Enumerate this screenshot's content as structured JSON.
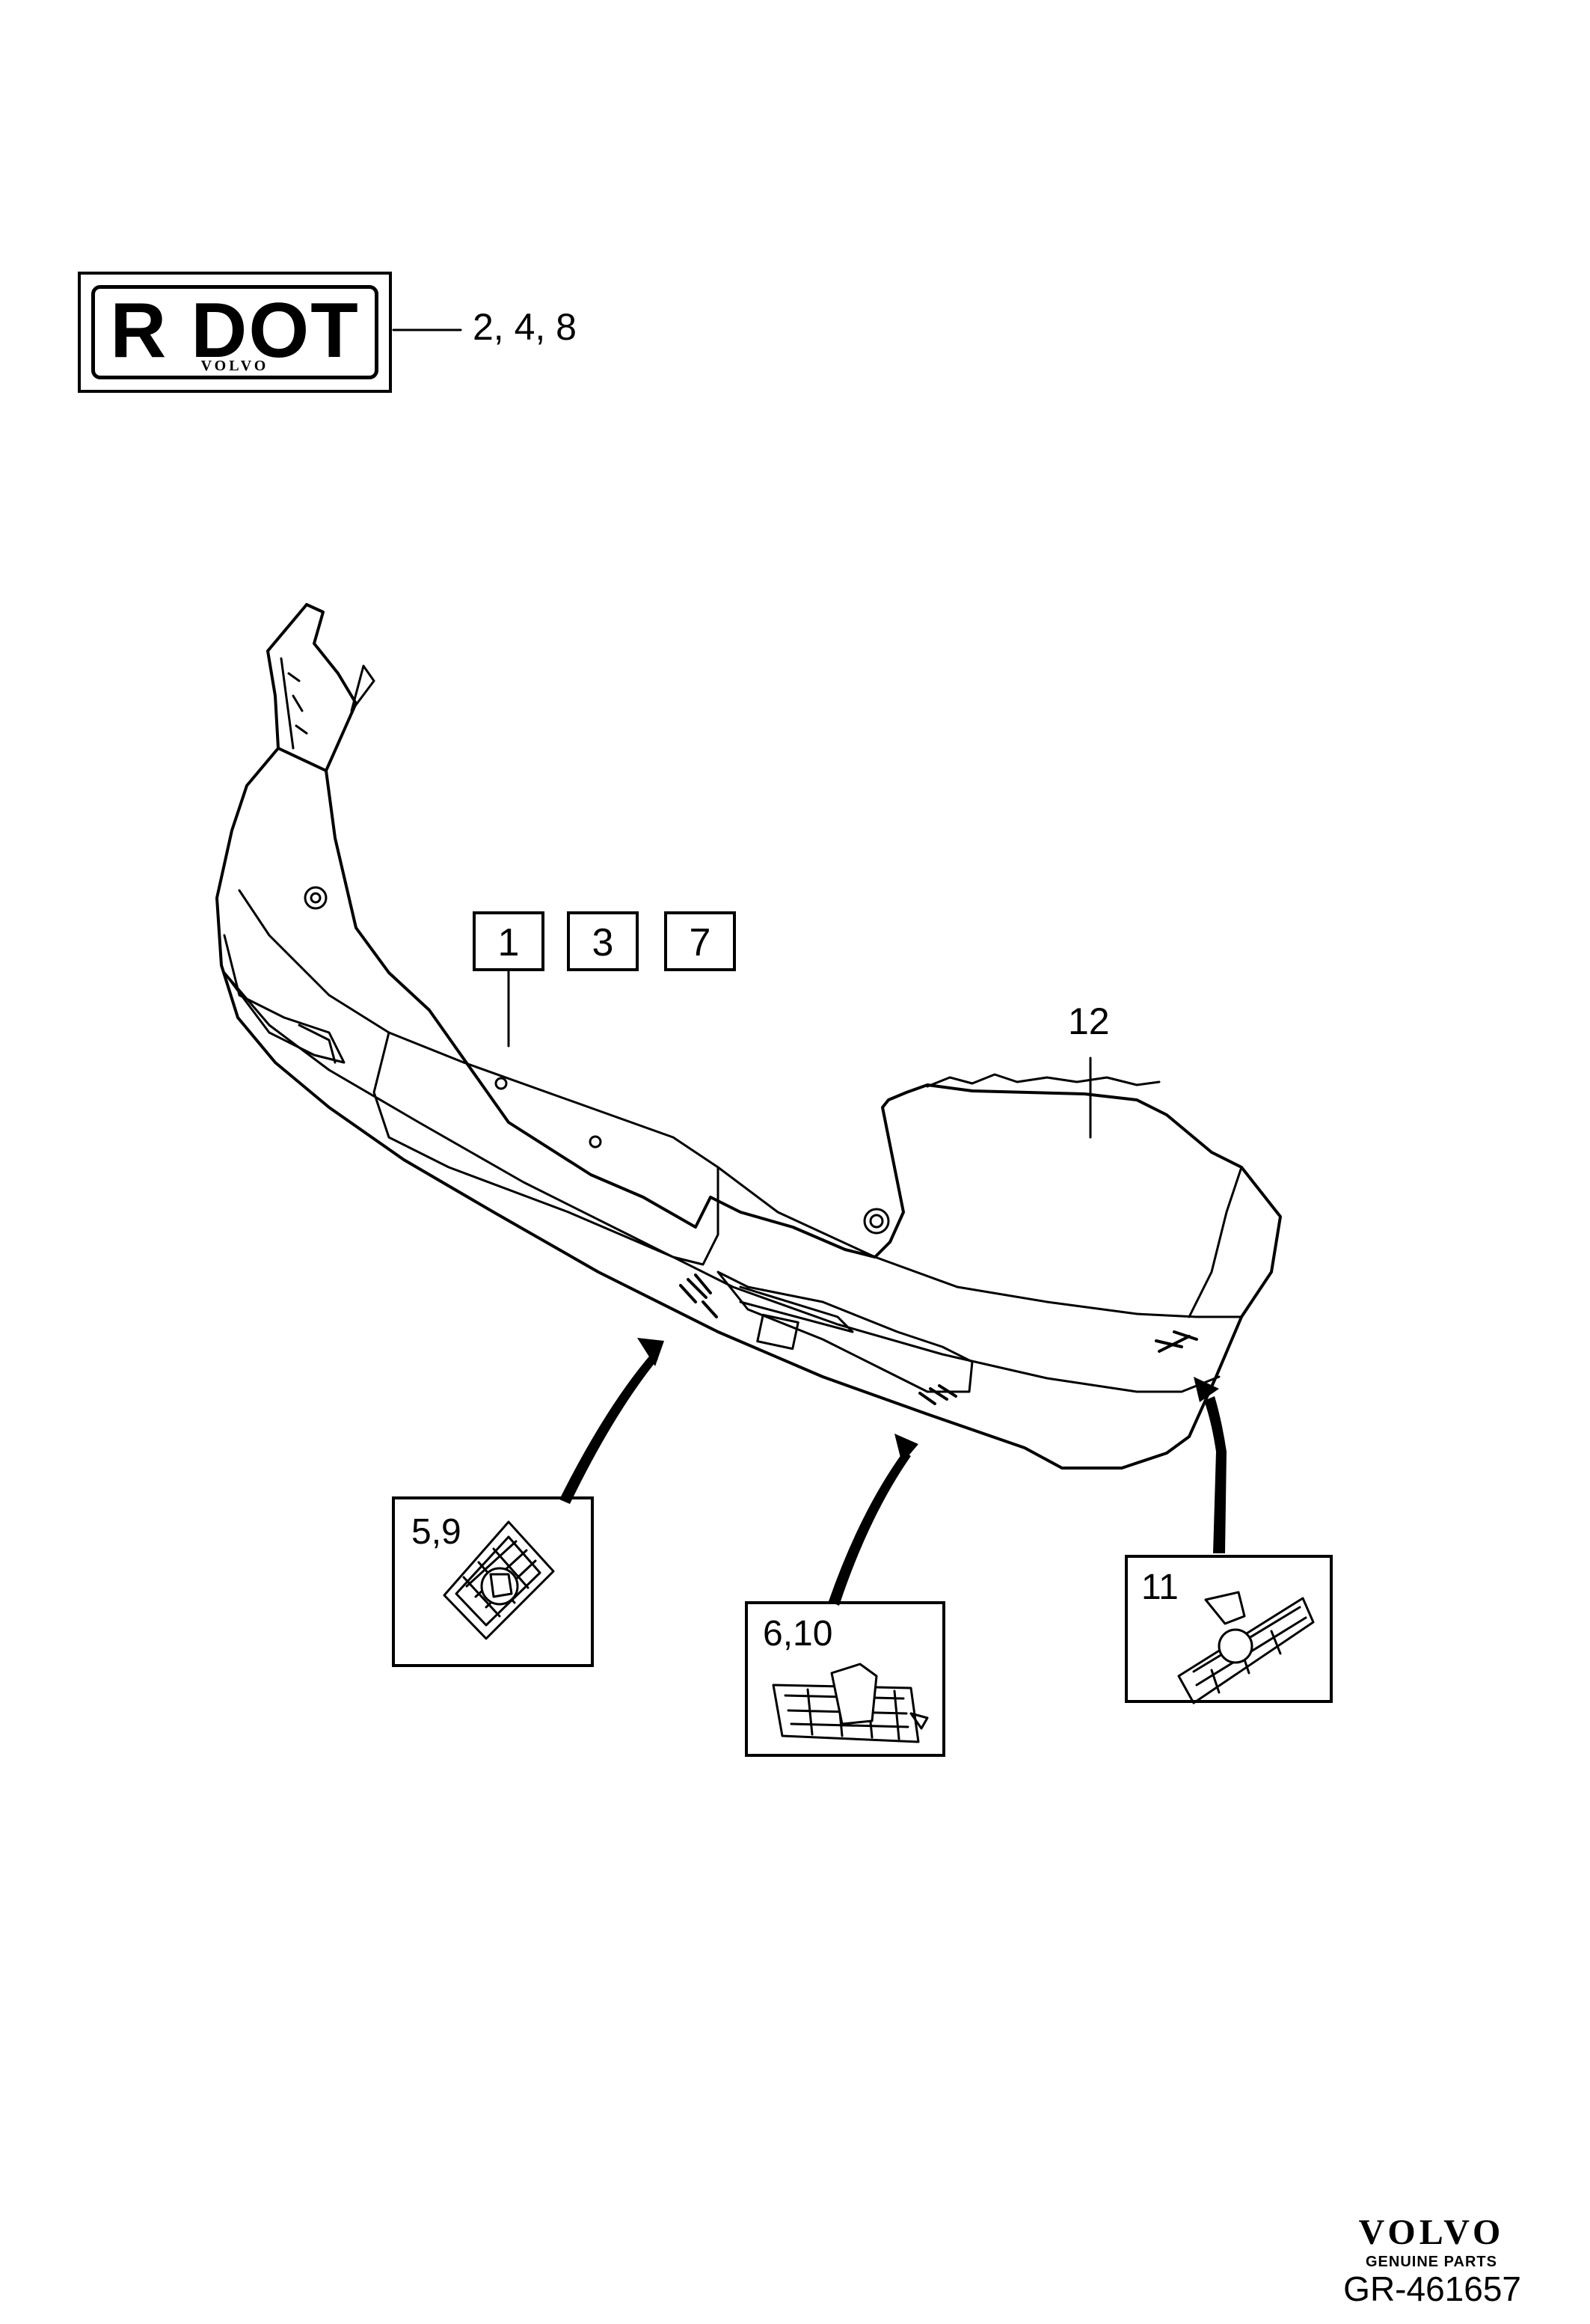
{
  "label": {
    "text": "R DOT",
    "brand": "VOLVO",
    "callout": "2, 4, 8"
  },
  "callouts": {
    "boxed": [
      "1",
      "3",
      "7"
    ],
    "part_12": "12",
    "inset_5_9": "5,9",
    "inset_6_10": "6,10",
    "inset_11": "11"
  },
  "footer": {
    "brand": "VOLVO",
    "tagline": "GENUINE PARTS",
    "reference": "GR-461657"
  }
}
